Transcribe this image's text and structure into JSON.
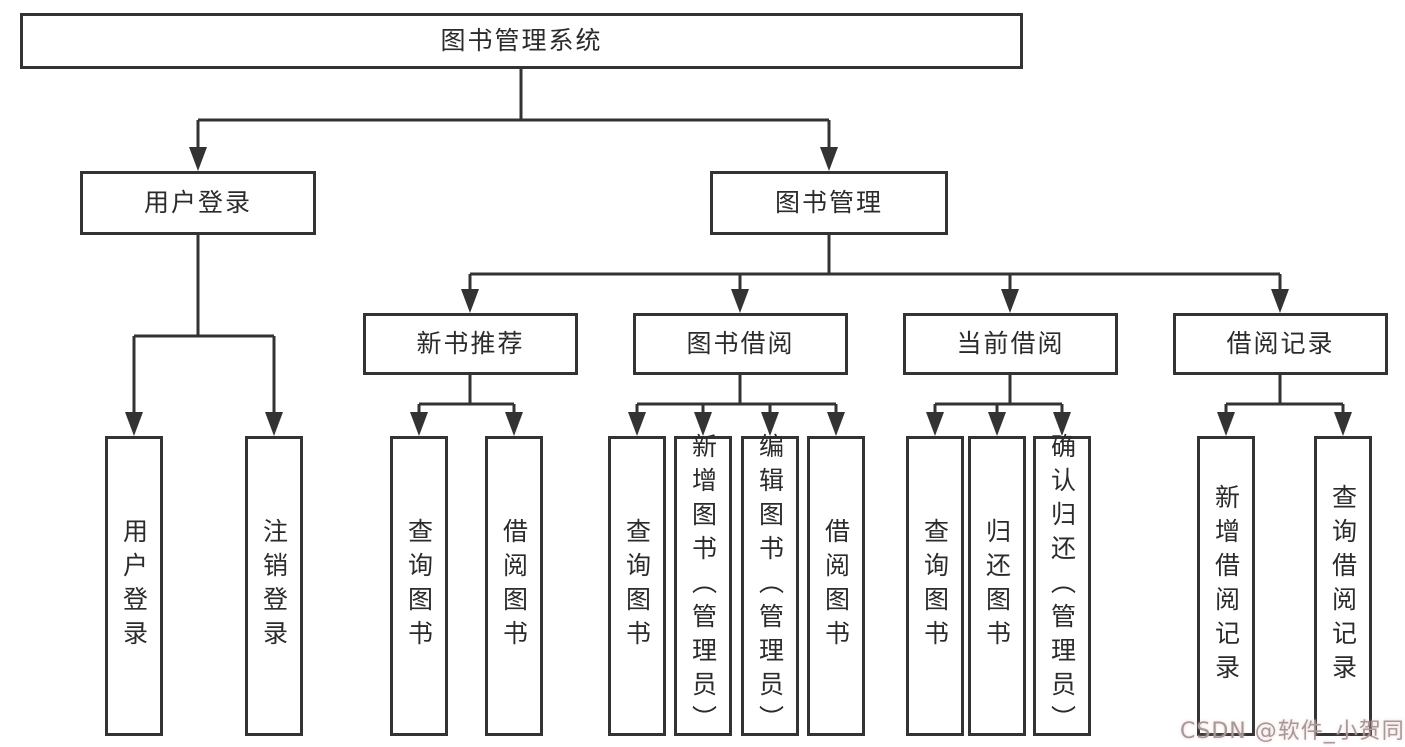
{
  "tree": {
    "label": "图书管理系统",
    "children": [
      {
        "label": "用户登录",
        "children": [
          {
            "label": "用户登录"
          },
          {
            "label": "注销登录"
          }
        ]
      },
      {
        "label": "图书管理",
        "children": [
          {
            "label": "新书推荐",
            "children": [
              {
                "label": "查询图书"
              },
              {
                "label": "借阅图书"
              }
            ]
          },
          {
            "label": "图书借阅",
            "children": [
              {
                "label": "查询图书"
              },
              {
                "label": "新增图书（管理员）"
              },
              {
                "label": "编辑图书（管理员）"
              },
              {
                "label": "借阅图书"
              }
            ]
          },
          {
            "label": "当前借阅",
            "children": [
              {
                "label": "查询图书"
              },
              {
                "label": "归还图书"
              },
              {
                "label": "确认归还（管理员）"
              }
            ]
          },
          {
            "label": "借阅记录",
            "children": [
              {
                "label": "新增借阅记录"
              },
              {
                "label": "查询借阅记录"
              }
            ]
          }
        ]
      }
    ]
  },
  "watermark": "CSDN @软件_小贺同学",
  "colors": {
    "background": "#ffffff",
    "line": "#333333",
    "box_border": "#333333",
    "text": "#2b2b2b",
    "watermark": "#a39a9a"
  }
}
